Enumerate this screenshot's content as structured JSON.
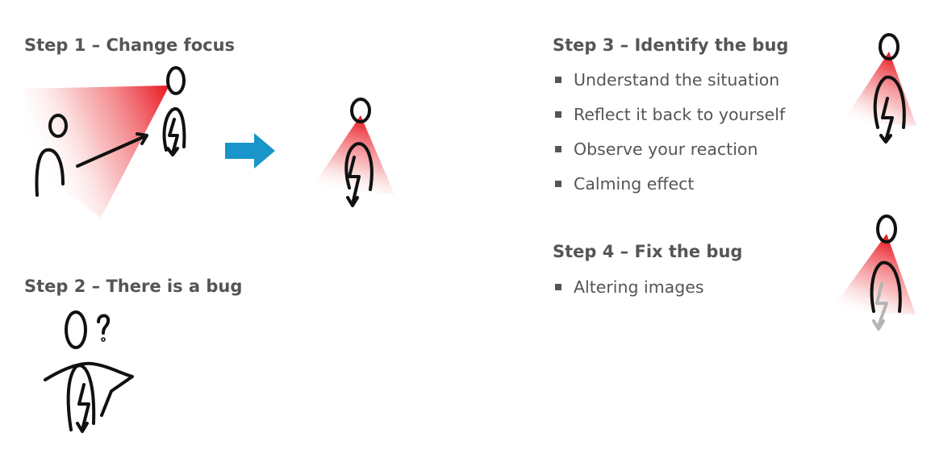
{
  "step1": {
    "title": "Step 1 – Change focus"
  },
  "step2": {
    "title": "Step 2 – There is a bug"
  },
  "step3": {
    "title": "Step 3 – Identify the bug",
    "bullets": [
      "Understand the situation",
      "Reflect it back to yourself",
      "Observe your reaction",
      "Calming effect"
    ]
  },
  "step4": {
    "title": "Step 4 – Fix the bug",
    "bullets": [
      "Altering images"
    ]
  },
  "colors": {
    "text": "#555555",
    "spotlight": "#e8141e",
    "arrow": "#1a95c9",
    "ink": "#111111",
    "faded_ink": "#b5b5b5"
  }
}
